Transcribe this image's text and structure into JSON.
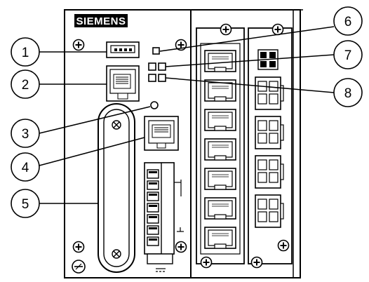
{
  "device": {
    "brand": "SIEMENS"
  },
  "callouts": [
    {
      "id": 1,
      "label": "1"
    },
    {
      "id": 2,
      "label": "2"
    },
    {
      "id": 3,
      "label": "3"
    },
    {
      "id": 4,
      "label": "4"
    },
    {
      "id": 5,
      "label": "5"
    },
    {
      "id": 6,
      "label": "6"
    },
    {
      "id": 7,
      "label": "7"
    },
    {
      "id": 8,
      "label": "8"
    }
  ],
  "colors": {
    "line": "#000000",
    "panel_fill": "#ffffff",
    "brand_bg": "#000000",
    "brand_text": "#ffffff"
  },
  "icons": [
    "screw-icon",
    "ground-symbol-icon",
    "led-indicator-icon"
  ]
}
